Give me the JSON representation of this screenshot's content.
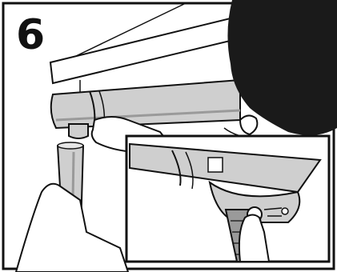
{
  "step": {
    "number": "6"
  },
  "icons": {
    "main": "gutter-installation-illustration",
    "inset": "downspout-clip-detail-illustration"
  },
  "colors": {
    "outline": "#111111",
    "gutter": "#cfcfcf",
    "shadow": "#9a9a9a",
    "hair": "#1a1a1a",
    "background": "#ffffff"
  }
}
